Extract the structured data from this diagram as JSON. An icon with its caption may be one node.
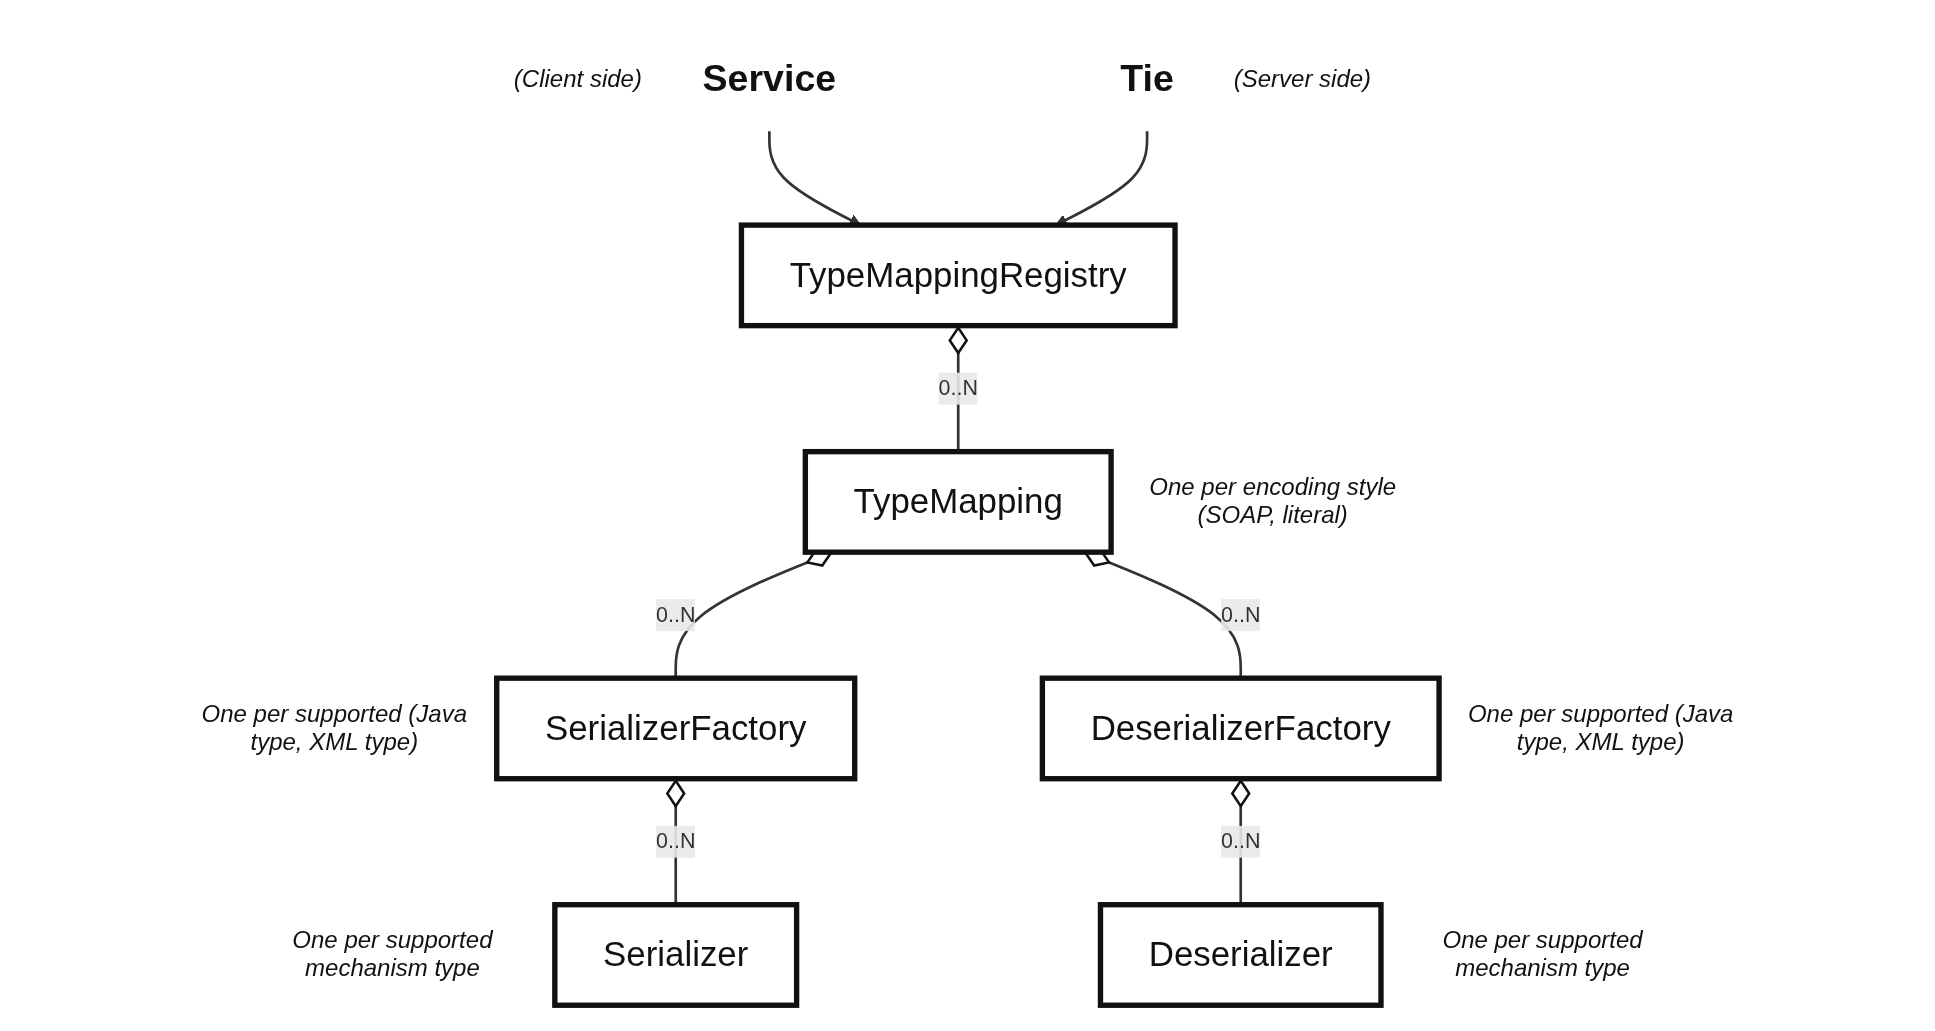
{
  "diagram": {
    "nodes": [
      {
        "text": [
          "Service"
        ],
        "beside": [
          "(Client side)"
        ]
      },
      {
        "text": [
          "Tie"
        ],
        "beside": [
          "(Server side)"
        ]
      },
      {
        "text": [
          "TypeMappingRegistry"
        ]
      },
      {
        "text": [
          "TypeMapping"
        ],
        "beside": [
          "One per encoding style (SOAP, literal)"
        ]
      },
      {
        "text": [
          "SerializerFactory"
        ],
        "beside": [
          "One per supported (Java type, XML type)"
        ]
      },
      {
        "text": [
          "DeserializerFactory"
        ],
        "beside": [
          "One per supported (Java type, XML type)"
        ]
      },
      {
        "text": [
          "Serializer"
        ],
        "beside": [
          "One per supported mechanism type"
        ]
      },
      {
        "text": [
          "Deserializer"
        ],
        "beside": [
          "One per supported mechanism type"
        ]
      }
    ],
    "edges": [
      {
        "from": 0,
        "to": 2,
        "arrow": "to"
      },
      {
        "from": 1,
        "to": 2,
        "arrow": "to"
      },
      {
        "from": 2,
        "to": 3,
        "arrow": "other",
        "label": "0..N"
      },
      {
        "from": 3,
        "to": 4,
        "arrow": "other",
        "label": "0..N"
      },
      {
        "from": 3,
        "to": 5,
        "arrow": "other",
        "label": "0..N"
      },
      {
        "from": 4,
        "to": 6,
        "arrow": "other",
        "label": "0..N"
      },
      {
        "from": 5,
        "to": 7,
        "arrow": "other",
        "label": "0..N"
      }
    ]
  }
}
